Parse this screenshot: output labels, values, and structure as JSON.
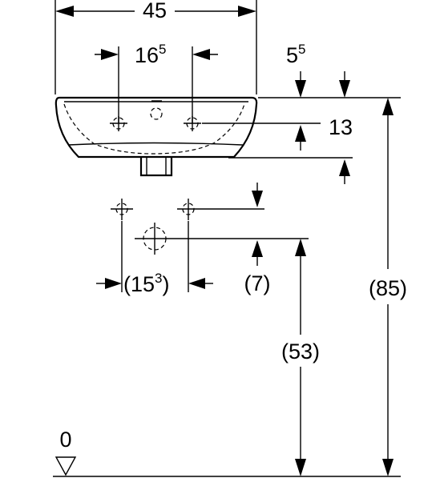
{
  "drawing": {
    "width_label": "45",
    "tap_spacing_main": "16",
    "tap_spacing_sup": "5",
    "side_offset_main": "5",
    "side_offset_sup": "5",
    "overflow_depth": "13",
    "connection_spacing_open": "(15",
    "connection_spacing_sup": "3",
    "connection_spacing_close": ")",
    "connection_offset": "(7)",
    "total_height": "(85)",
    "drain_height": "(53)",
    "floor_level": "0"
  },
  "colors": {
    "line": "#000000",
    "background": "#ffffff"
  }
}
